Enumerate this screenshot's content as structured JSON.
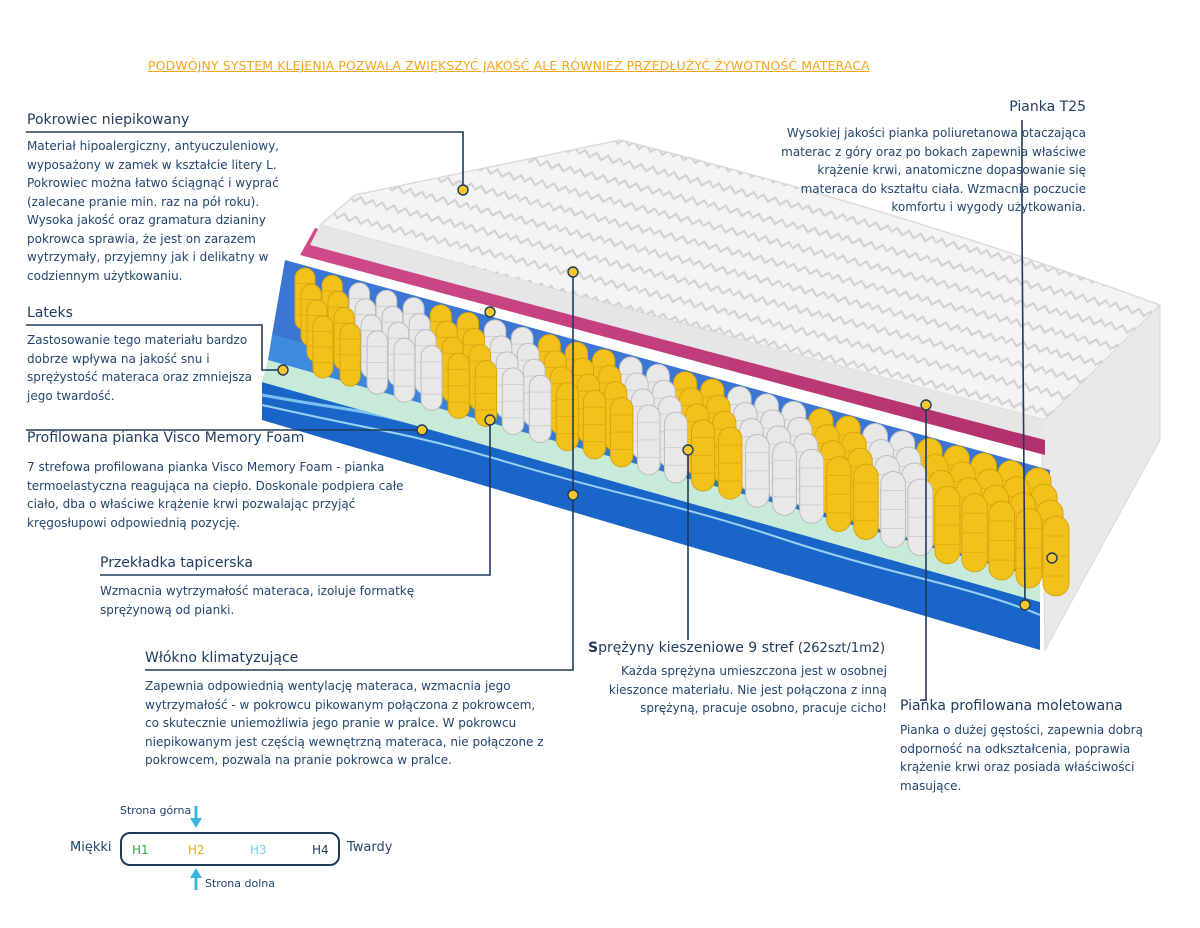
{
  "banner": "PODWÓJNY SYSTEM KLEJENIA POZWALA ZWIĘKSZYĆ JAKOŚĆ ALE RÓWNIEŻ PRZEDŁUŻYĆ ŻYWOTNOŚĆ MATERACA",
  "sections": {
    "pokrowiec": {
      "title": "Pokrowiec  niepikowany",
      "lines": [
        "Materiał hipoalergiczny, antyuczuleniowy,",
        "wyposażony w zamek w kształcie litery L.",
        "Pokrowiec można łatwo ściągnąć i wyprać",
        "(zalecane pranie min.  raz na pół roku).",
        "Wysoka jakość oraz gramatura dzianiny",
        "pokrowca sprawia, że jest on zarazem",
        "wytrzymały, przyjemny jak i delikatny w",
        "codziennym użytkowaniu."
      ]
    },
    "lateks": {
      "title": "Lateks",
      "lines": [
        "Zastosowanie tego materiału bardzo",
        "dobrze wpływa na jakość snu i",
        "sprężystość materaca oraz zmniejsza",
        "jego twardość."
      ]
    },
    "visco": {
      "title": "Profilowana pianka Visco Memory Foam",
      "lines": [
        "7 strefowa profilowana pianka Visco Memory Foam - pianka",
        "termoelastyczna reagująca na ciepło.  Doskonale podpiera całe",
        "ciało, dba o właściwe krążenie krwi pozwalając przyjąć",
        "kręgosłupowi odpowiednią pozycję."
      ]
    },
    "przekladka": {
      "title": "Przekładka tapicerska",
      "lines": [
        "Wzmacnia wytrzymałość materaca, izoluje formatkę",
        "sprężynową od pianki."
      ]
    },
    "wlokno": {
      "title": "Włókno klimatyzujące",
      "lines": [
        "Zapewnia odpowiednią wentylację materaca, wzmacnia jego",
        "wytrzymałość - w pokrowcu pikowanym połączona z pokrowcem,",
        "co skutecznie uniemożliwia jego pranie w pralce. W pokrowcu",
        "niepikowanym jest częścią wewnętrzną materaca, nie połączone z",
        "pokrowcem, pozwala na pranie pokrowca w pralce."
      ]
    },
    "pianka_t25": {
      "title": "Pianka T25",
      "lines": [
        "Wysokiej jakości pianka poliuretanowa otaczająca",
        "materac z góry oraz po bokach zapewnia właściwe",
        "krążenie krwi, anatomiczne dopasowanie się",
        "materaca do kształtu ciała. Wzmacnia poczucie",
        "komfortu i wygody użytkowania."
      ]
    },
    "sprezyny": {
      "title_bold": "S",
      "title_rest": "prężyny kieszeniowe 9 stref",
      "title_suffix": "(262szt/1m2)",
      "lines": [
        "Każda sprężyna umieszczona jest w osobnej",
        "kieszonce materiału. Nie jest połączona z inną",
        "sprężyną, pracuje osobno, pracuje cicho!"
      ]
    },
    "moletowana": {
      "title": "Pianka profilowana moletowana",
      "lines": [
        "Pianka o dużej gęstości, zapewnia dobrą",
        "odporność na odkształcenia, poprawia",
        "krążenie krwi oraz posiada właściwości",
        "masujące."
      ]
    }
  },
  "legend": {
    "top_side": "Strona górna",
    "bottom_side": "Strona dolna",
    "soft": "Miękki",
    "hard": "Twardy",
    "levels": [
      {
        "label": "H1",
        "color": "#3aa84a"
      },
      {
        "label": "H2",
        "color": "#f0a81e"
      },
      {
        "label": "H3",
        "color": "#7ad0e8"
      },
      {
        "label": "H4",
        "color": "#1e3a5c"
      }
    ],
    "arrow_color": "#3bb4e0"
  },
  "colors": {
    "line": "#1e3a5c",
    "dot": "#f7c62a",
    "cover": "#f2f2f2",
    "pink_foam": "#c0407a",
    "spring_yellow": "#f2c21a",
    "spring_white": "#e8e8e8",
    "blue_foam": "#2f7fd8"
  }
}
